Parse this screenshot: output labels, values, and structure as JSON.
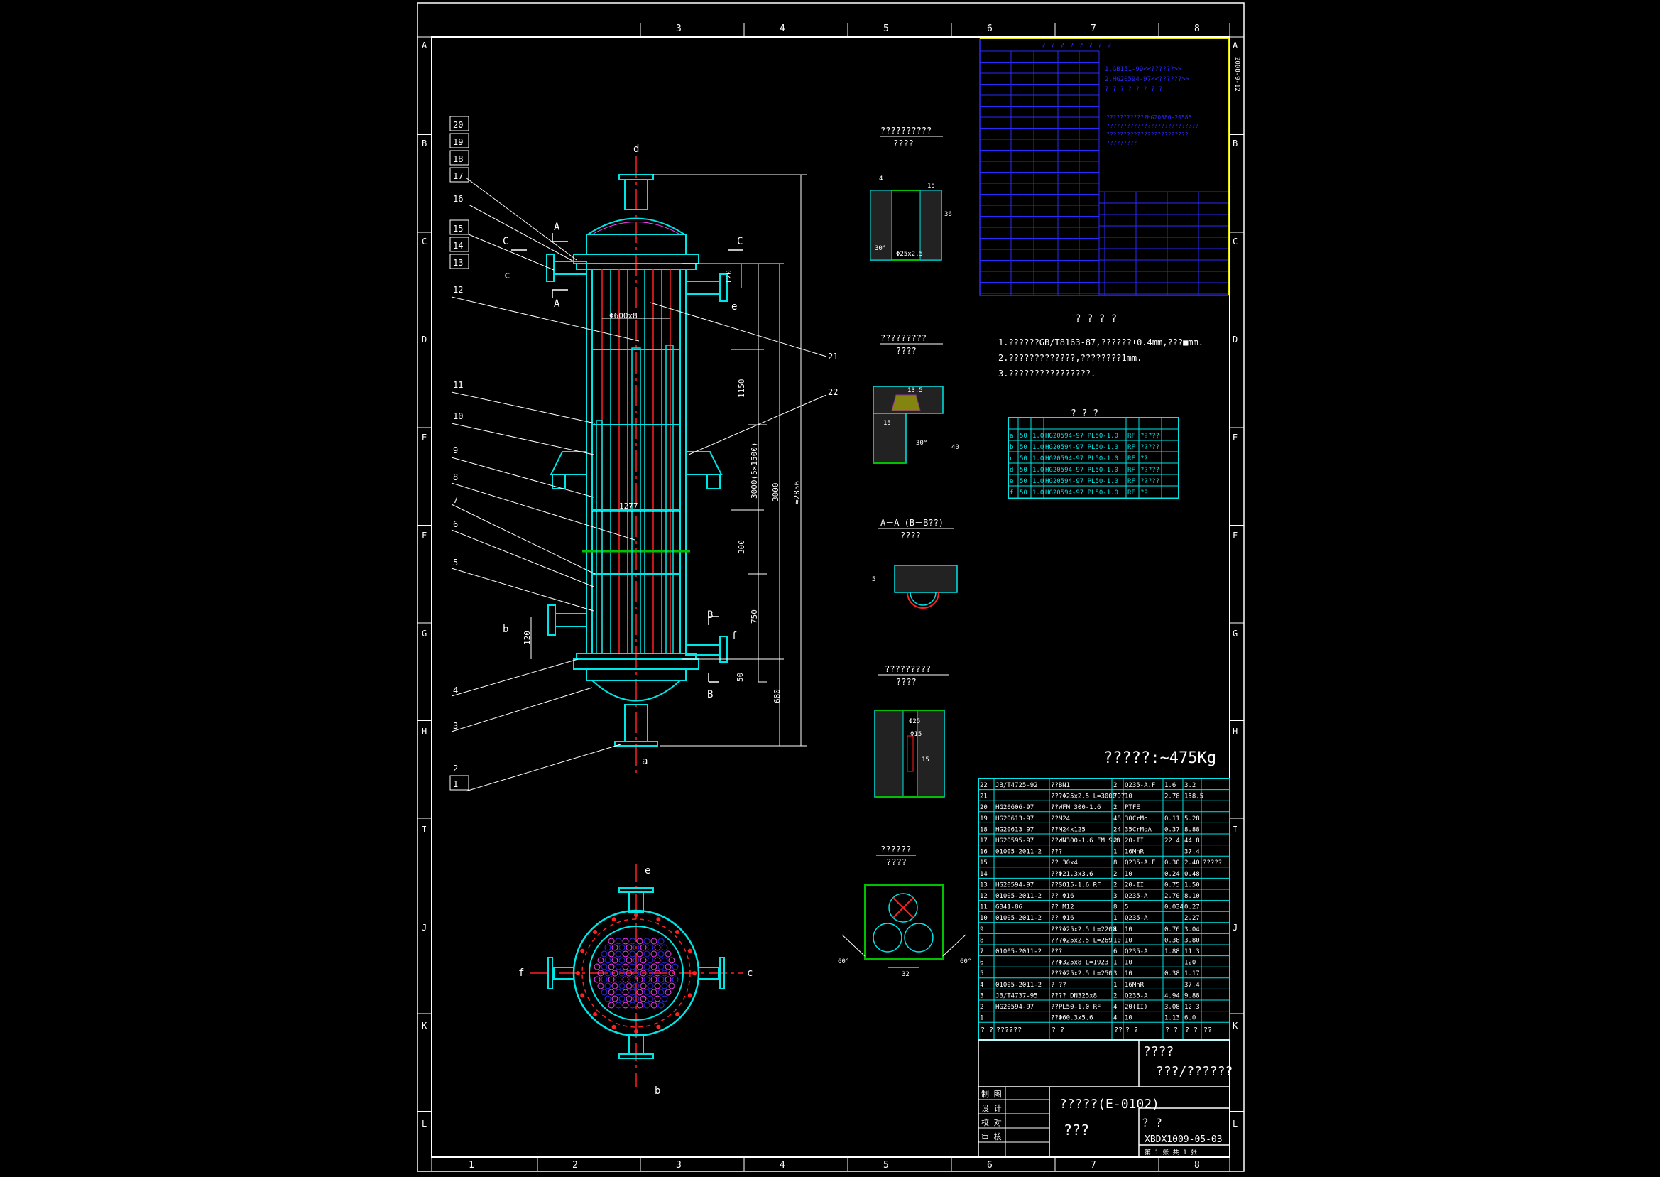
{
  "colors": {
    "background": "#000000",
    "frame": "#ffffff",
    "cyan": "#00e5e5",
    "blue": "#2a2aff",
    "red": "#ff2020",
    "green": "#00c000",
    "magenta": "#ff40ff",
    "yellow": "#e6e600",
    "text": "#ffffff"
  },
  "frame": {
    "col_numbers": [
      "1",
      "2",
      "3",
      "4",
      "5",
      "6",
      "7",
      "8"
    ],
    "top_col_numbers": [
      "3",
      "4",
      "5",
      "6",
      "7",
      "8"
    ],
    "row_letters": [
      "A",
      "B",
      "C",
      "D",
      "E",
      "F",
      "G",
      "H",
      "I",
      "J",
      "K",
      "L"
    ],
    "corner_code": "2008-9-12"
  },
  "callouts_left": [
    "20",
    "19",
    "18",
    "17",
    "16",
    "15",
    "14",
    "13",
    "12",
    "11",
    "10",
    "9",
    "8",
    "7",
    "6",
    "5",
    "4",
    "3",
    "2",
    "1"
  ],
  "callouts_right": [
    "21",
    "22"
  ],
  "nozzle_letters": {
    "top": "d",
    "left": "c",
    "right": "e",
    "lower_left": "b",
    "lower_right": "f",
    "bottom": "a"
  },
  "section_marks": {
    "a1": "A",
    "a2": "A",
    "c1": "C",
    "c2": "C",
    "b1": "B",
    "b2": "B"
  },
  "dimensions": {
    "tube_od": "Φ600x8",
    "d1150": "1150",
    "d3000": "3000",
    "d2856": "≈2856",
    "d30005": "3000(5×1500)",
    "d1277": "1277",
    "d300": "300",
    "d750": "750",
    "d50": "50",
    "d680": "680",
    "d120a": "120",
    "d120b": "120"
  },
  "details": [
    {
      "title": "??????????",
      "sub": "????",
      "dims": [
        "4",
        "15",
        "36",
        "30°",
        "Φ25x2.5"
      ]
    },
    {
      "title": "?????????",
      "sub": "????",
      "dims": [
        "13.5",
        "15",
        "30°",
        "40"
      ]
    },
    {
      "title": "A－A (B－B??)",
      "sub": "????",
      "dims": [
        "5"
      ]
    },
    {
      "title": "?????????",
      "sub": "????",
      "dims": [
        "Φ25",
        "Φ15",
        "15"
      ]
    },
    {
      "title": "??????",
      "sub": "????",
      "dims": [
        "60°",
        "32",
        "60°"
      ]
    }
  ],
  "tech_req": {
    "title": "? ? ? ?",
    "items": [
      "1.??????GB/T8163-87,??????±0.4mm,???■mm.",
      "2.?????????????,????????1mm.",
      "3.????????????????."
    ]
  },
  "nozzle_table": {
    "title": "? ? ?",
    "rows": [
      [
        "a",
        "50",
        "1.0",
        "HG20594-97 PL50-1.0",
        "RF",
        "?????"
      ],
      [
        "b",
        "50",
        "1.0",
        "HG20594-97 PL50-1.0",
        "RF",
        "?????"
      ],
      [
        "c",
        "50",
        "1.0",
        "HG20594-97 PL50-1.0",
        "RF",
        "??"
      ],
      [
        "d",
        "50",
        "1.0",
        "HG20594-97 PL50-1.0",
        "RF",
        "?????"
      ],
      [
        "e",
        "50",
        "1.0",
        "HG20594-97 PL50-1.0",
        "RF",
        "?????"
      ],
      [
        "f",
        "50",
        "1.0",
        "HG20594-97 PL50-1.0",
        "RF",
        "??"
      ]
    ]
  },
  "design_table": {
    "header": "? ? ? ? ? ? ? ?",
    "note_lines": [
      "1.GB151-99<<??????>>",
      "2.HG20594-97<<??????>>",
      "? ? ? ? ? ? ? ?"
    ],
    "spec_lines": [
      "????????????HG20580~20585",
      "???????????????????????????",
      "????????????????????????",
      "?????????"
    ]
  },
  "weight": "?????:~475Kg",
  "parts": [
    [
      "22",
      "JB/T4725-92",
      "??BN1",
      "2",
      "Q235-A.F",
      "1.6",
      "3.2",
      ""
    ],
    [
      "21",
      "",
      "???Φ25x2.5 L=3000",
      "797",
      "10",
      "2.78",
      "158.5",
      ""
    ],
    [
      "20",
      "HG20606-97",
      "??WFM 300-1.6",
      "2",
      "PTFE",
      "",
      "",
      ""
    ],
    [
      "19",
      "HG20613-97",
      "??M24",
      "48",
      "30CrMo",
      "0.11",
      "5.28",
      ""
    ],
    [
      "18",
      "HG20613-97",
      "??M24x125",
      "24",
      "35CrMoA",
      "0.37",
      "8.88",
      ""
    ],
    [
      "17",
      "HG20595-97",
      "??WN300-1.6 FM S=8",
      "2",
      "20-II",
      "22.4",
      "44.8",
      ""
    ],
    [
      "16",
      "01005-2011-2",
      "???",
      "1",
      "16MnR",
      "",
      "37.4",
      ""
    ],
    [
      "15",
      "",
      "?? 30x4",
      "8",
      "Q235-A.F",
      "0.30",
      "2.40",
      "?????"
    ],
    [
      "14",
      "",
      "??Φ21.3x3.6",
      "2",
      "10",
      "0.24",
      "0.48",
      ""
    ],
    [
      "13",
      "HG20594-97",
      "??SO15-1.6 RF",
      "2",
      "20-II",
      "0.75",
      "1.50",
      ""
    ],
    [
      "12",
      "01005-2011-2",
      "?? Φ16",
      "3",
      "Q235-A",
      "2.70",
      "8.10",
      ""
    ],
    [
      "11",
      "GB41-86",
      "?? M12",
      "8",
      "5",
      "0.034",
      "0.27",
      ""
    ],
    [
      "10",
      "01005-2011-2",
      "?? Φ16",
      "1",
      "Q235-A",
      "",
      "2.27",
      ""
    ],
    [
      "9",
      "",
      "???Φ25x2.5 L=2200",
      "4",
      "10",
      "0.76",
      "3.04",
      ""
    ],
    [
      "8",
      "",
      "???Φ25x2.5 L=269",
      "10",
      "10",
      "0.38",
      "3.80",
      ""
    ],
    [
      "7",
      "01005-2011-2",
      "???",
      "6",
      "Q235-A",
      "1.88",
      "11.3",
      ""
    ],
    [
      "6",
      "",
      "??Φ325x8 L=1923",
      "1",
      "10",
      "",
      "120",
      ""
    ],
    [
      "5",
      "",
      "???Φ25x2.5 L=250",
      "3",
      "10",
      "0.38",
      "1.17",
      ""
    ],
    [
      "4",
      "01005-2011-2",
      "? ??",
      "1",
      "16MnR",
      "",
      "37.4",
      ""
    ],
    [
      "3",
      "JB/T4737-95",
      "???? DN325x8",
      "2",
      "Q235-A",
      "4.94",
      "9.88",
      ""
    ],
    [
      "2",
      "HG20594-97",
      "??PL50-1.0 RF",
      "4",
      "20(II)",
      "3.08",
      "12.3",
      ""
    ],
    [
      "1",
      "",
      "??Φ60.3x5.6",
      "4",
      "10",
      "1.13",
      "6.0",
      ""
    ]
  ],
  "parts_header": [
    "? ?",
    "??????",
    "? ?",
    "??",
    "? ?",
    "? ?",
    "? ?",
    "??"
  ],
  "title_block": {
    "company_1": "????",
    "company_2": "???/??????",
    "drawing_name": "?????(E-0102)",
    "drawing_sub": "???",
    "role_1": "制 图",
    "role_2": "设 计",
    "role_3": "校 对",
    "role_4": "审 核",
    "drawing_no_label": "? ?",
    "drawing_no": "XBDX1009-05-03",
    "sheet": "第 1 张  共 1 张"
  }
}
